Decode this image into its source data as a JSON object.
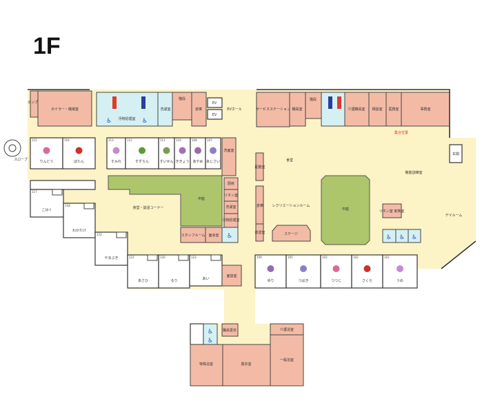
{
  "floor_title": "1F",
  "service_rooms": {
    "pump": "ポンプ室",
    "boiler": "ボイラー・機械室",
    "soiled": "汚物処理室",
    "laundry": "洗濯室",
    "stairs_west": "階段",
    "storage_north": "倉庫",
    "ev1": "EV",
    "ev2": "EV",
    "ev_hall": "EVホール",
    "service_station": "サービスステーション",
    "staff_room": "職員室",
    "stairs_east": "階段",
    "care_staff": "介護職員室",
    "consult": "相談室",
    "medical": "医務室",
    "office": "事務室",
    "assembly": "集合位置",
    "entrance": "玄関",
    "slope": "スロープ",
    "washroom": "洗面室",
    "kitchen": "厨房",
    "linen": "リネン室",
    "washing": "洗濯室",
    "soiled2": "汚物処理室",
    "staff_lounge": "スタッフルーム",
    "visit": "面会室",
    "consult2": "面談室",
    "courtyard_w": "中庭",
    "courtyard_e": "中庭",
    "dining_w": "食堂・談話コーナー",
    "dining_e": "食堂",
    "rehab": "機能訓練室",
    "recreation": "レクリエーションルーム",
    "stage": "ステージ",
    "serving": "配膳室",
    "storage_e": "倉庫",
    "broadcast": "放送室",
    "family": "リネン室 家族室",
    "dayroom": "デイルーム",
    "staff_change": "職員更衣",
    "care_bath": "介護浴室",
    "special_bath": "特殊浴室",
    "dressing": "脱衣室",
    "general_bath": "一般浴室"
  },
  "guest_rooms": [
    {
      "number": "115",
      "name": "りんどう"
    },
    {
      "number": "116",
      "name": "ぼたん"
    },
    {
      "number": "113",
      "name": "すみれ"
    },
    {
      "number": "112",
      "name": "すずらん"
    },
    {
      "number": "111",
      "name": "すいせん"
    },
    {
      "number": "110",
      "name": "ききょう"
    },
    {
      "number": "108",
      "name": "あやめ"
    },
    {
      "number": "107",
      "name": "あじさい"
    },
    {
      "number": "117",
      "name": "こはく"
    },
    {
      "number": "118",
      "name": "わかたけ"
    },
    {
      "number": "122",
      "name": "やまぶき"
    },
    {
      "number": "121",
      "name": "あさひ"
    },
    {
      "number": "120",
      "name": "るり"
    },
    {
      "number": "123",
      "name": "あい"
    },
    {
      "number": "109",
      "name": "ゆり"
    },
    {
      "number": "105",
      "name": "つばき"
    },
    {
      "number": "103",
      "name": "つつじ"
    },
    {
      "number": "102",
      "name": "さくら"
    },
    {
      "number": "101",
      "name": "うめ"
    }
  ],
  "colors": {
    "room_service": "#f3bba6",
    "courtyard": "#adc66c",
    "corridor": "#fcf3c6",
    "toilet": "#d4f0f3"
  }
}
